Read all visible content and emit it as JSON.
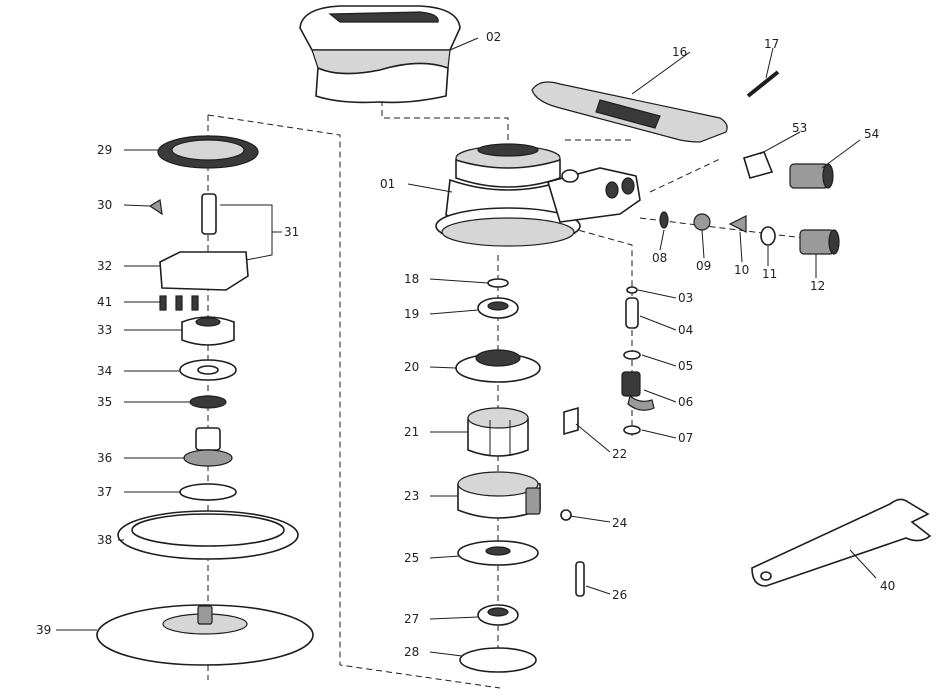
{
  "parts": [
    {
      "id": "01",
      "label": "01"
    },
    {
      "id": "02",
      "label": "02"
    },
    {
      "id": "03",
      "label": "03"
    },
    {
      "id": "04",
      "label": "04"
    },
    {
      "id": "05",
      "label": "05"
    },
    {
      "id": "06",
      "label": "06"
    },
    {
      "id": "07",
      "label": "07"
    },
    {
      "id": "08",
      "label": "08"
    },
    {
      "id": "09",
      "label": "09"
    },
    {
      "id": "10",
      "label": "10"
    },
    {
      "id": "11",
      "label": "11"
    },
    {
      "id": "12",
      "label": "12"
    },
    {
      "id": "16",
      "label": "16"
    },
    {
      "id": "17",
      "label": "17"
    },
    {
      "id": "18",
      "label": "18"
    },
    {
      "id": "19",
      "label": "19"
    },
    {
      "id": "20",
      "label": "20"
    },
    {
      "id": "21",
      "label": "21"
    },
    {
      "id": "22",
      "label": "22"
    },
    {
      "id": "23",
      "label": "23"
    },
    {
      "id": "24",
      "label": "24"
    },
    {
      "id": "25",
      "label": "25"
    },
    {
      "id": "26",
      "label": "26"
    },
    {
      "id": "27",
      "label": "27"
    },
    {
      "id": "28",
      "label": "28"
    },
    {
      "id": "29",
      "label": "29"
    },
    {
      "id": "30",
      "label": "30"
    },
    {
      "id": "31",
      "label": "31"
    },
    {
      "id": "32",
      "label": "32"
    },
    {
      "id": "33",
      "label": "33"
    },
    {
      "id": "34",
      "label": "34"
    },
    {
      "id": "35",
      "label": "35"
    },
    {
      "id": "36",
      "label": "36"
    },
    {
      "id": "37",
      "label": "37"
    },
    {
      "id": "38",
      "label": "38"
    },
    {
      "id": "39",
      "label": "39"
    },
    {
      "id": "40",
      "label": "40"
    },
    {
      "id": "41",
      "label": "41"
    },
    {
      "id": "53",
      "label": "53"
    },
    {
      "id": "54",
      "label": "54"
    }
  ]
}
